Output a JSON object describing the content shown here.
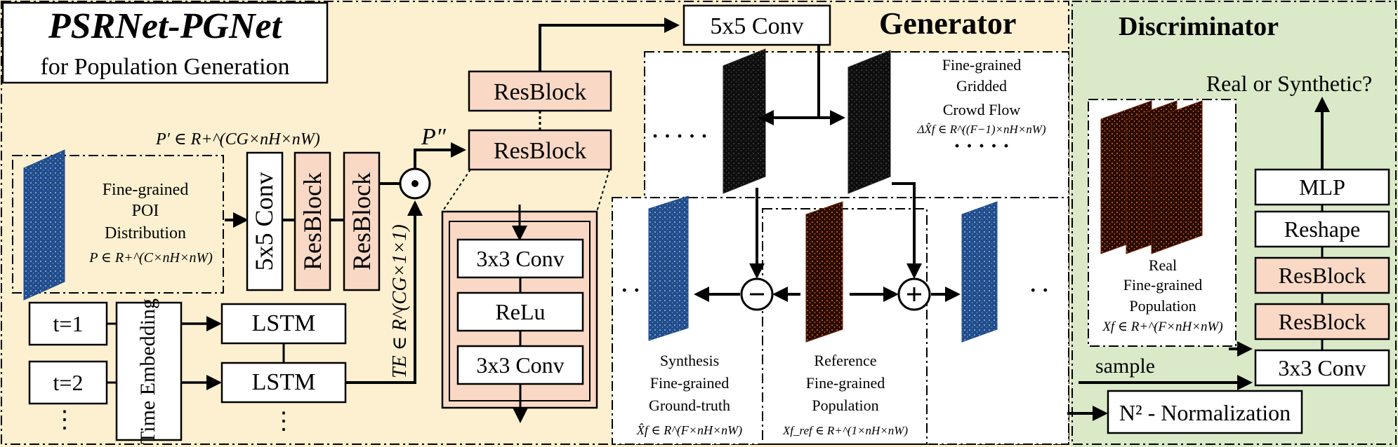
{
  "title": "PSRNet-PGNet",
  "subtitle": "for Population Generation",
  "generator_label": "Generator",
  "discriminator_label": "Discriminator",
  "colors": {
    "generator_bg": "#fdf0d0",
    "discriminator_bg": "#dae9c8",
    "resblock_fill": "#f9d9c5",
    "poi_map": "#1f4d8f",
    "population_map": "#8a2c08",
    "flow_map": "#0e0e0e"
  },
  "inputs": {
    "poi_label": [
      "Fine-grained",
      "POI",
      "Distribution"
    ],
    "poi_math": "P ∈ R+^(C×nH×nW)",
    "time_steps": [
      "t=1",
      "t=2",
      "⋮"
    ],
    "time_embedding": "Time Embedding"
  },
  "blocks": {
    "conv5_vertical": "5x5 Conv",
    "resblock": "ResBlock",
    "lstm": "LSTM",
    "conv5_top": "5x5 Conv",
    "conv3": "3x3 Conv",
    "relu": "ReLu",
    "mlp": "MLP",
    "reshape": "Reshape",
    "normalization": "N² - Normalization"
  },
  "math": {
    "p_prime": "P′ ∈ R+^(CG×nH×nW)",
    "p_double_prime": "P″",
    "t_e": "TE ∈ R^(CG×1×1)",
    "delta_x": "ΔX̂f ∈ R^((F−1)×nH×nW)",
    "x_hat": "X̂f ∈ R^(F×nH×nW)",
    "x_ref": "Xf_ref ∈ R+^(1×nH×nW)",
    "x_real": "Xf ∈ R+^(F×nH×nW)"
  },
  "labels": {
    "flow": [
      "Fine-grained",
      "Gridded",
      "Crowd Flow"
    ],
    "synthesis": [
      "Synthesis",
      "Fine-grained",
      "Ground-truth"
    ],
    "reference": [
      "Reference",
      "Fine-grained",
      "Population"
    ],
    "real": [
      "Real",
      "Fine-grained",
      "Population"
    ],
    "real_or_synthetic": "Real or Synthetic?",
    "sample": "sample",
    "dots_short": "· · · · ·",
    "dots_small": "·  ·"
  }
}
